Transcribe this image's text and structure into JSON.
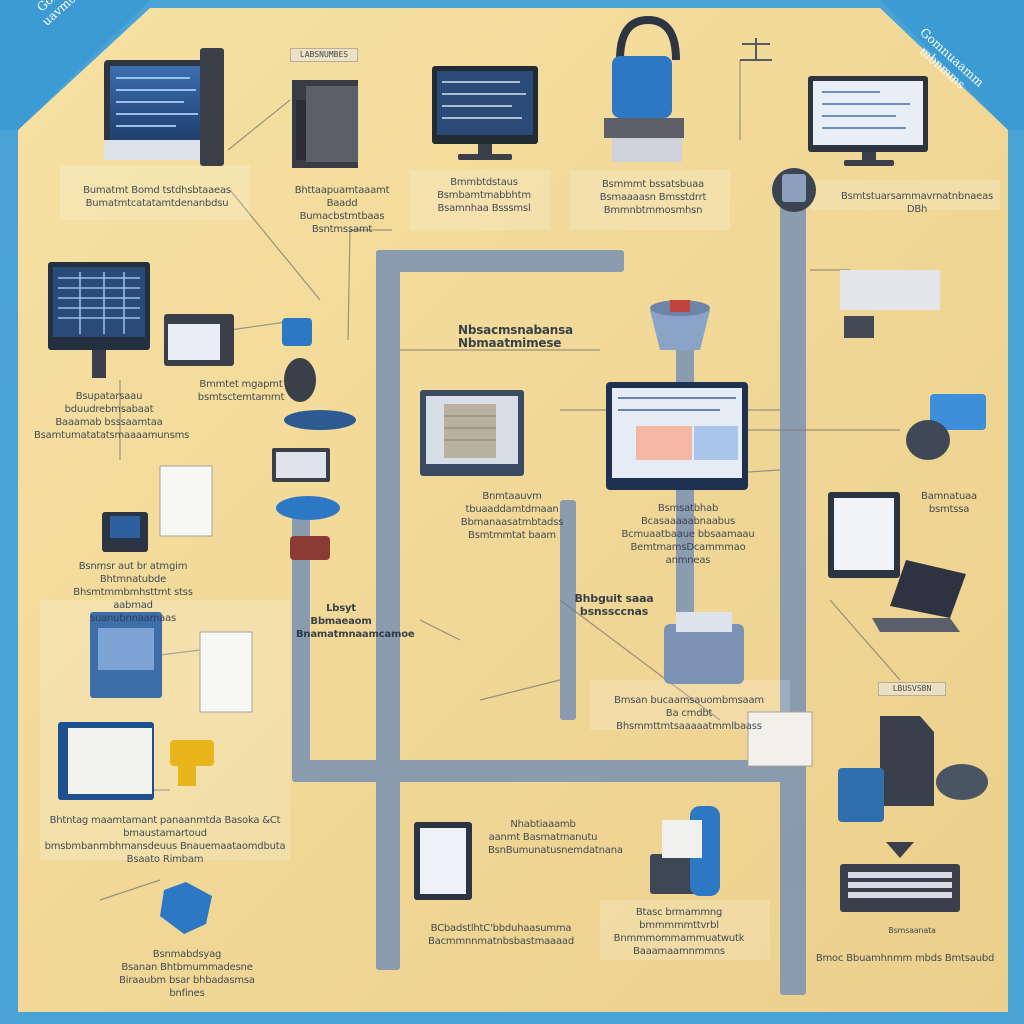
{
  "colors": {
    "border": "#4aa3d6",
    "panel": "#f3dc9a",
    "backbone": "#7f95b3",
    "screen_blue": "#2f5f9e",
    "device_blue": "#2d78c4",
    "text": "#2a3748"
  },
  "corners": {
    "top_left": "Gom mv\nuavmonos",
    "top_right": "Gomnuaamm\nmbnmms"
  },
  "tags": {
    "top_chip": "LABSNUMBES",
    "right_chip": "LBUSVSBN"
  },
  "labels": {
    "c1": "Bumatmt Bomd tstdhsbtaaeas\nBumatmtcatatamtdenanbdsu",
    "c2": "Bhttaapuamtaaamt Baadd\nBumacbstmtbaas Bsntmssamt",
    "c3": "Bmmbtdstaus\nBsmbamtmabbhtm\nBsamnhaa Bsssmsl",
    "c4": "Bsmmmt bssatsbuaa\nBsmaaaasn Bmsstdrrt\nBmmnbtmmosmhsn",
    "c5": "Bsmtstuarsammavrnatnbnaeas DBh",
    "c6": "Bsupatarsaau bduudrebmsabaat\nBaaamab bsssaamtaa\nBsamtumatatatsmaaaamunsms",
    "c7": "Bmmtet mgapmt\nbsmtsctemtammt",
    "center1": "Nbsacmsnabansa\nNbmaatmimese",
    "c8": "Bnmtaauvm tbuaaddamtdmaan\nBbmanaasatmbtadss\nBsmtmmtat baam",
    "c9": "Bsmsatbhab\nBcasaaaaabnaabus\nBcmuaatbaaue bbsaamaau\nBemtmamsDcammmao    anmneas",
    "c10": "Bamnatuaa bsmtssa",
    "c11": "Bsnmsr aut br atmgim Bhtmnatubde\nBhsmtmmbmhsttmt stss aabmad\nsuanubnnaamaas",
    "c12": "Lbsyt Bbmaeaom\nBnamatmnaamcamoe",
    "center2": "Bhbguit saaa\nbsnssccnas",
    "c13": "Bmsan bucaamsauombmsaam\nBa cmdbt Bhsmmttmtsaaaaatmmlbaass",
    "c14": "Bhtntag maamtamant panaanmtda Basoka &Ct bmaustamartoud\nbmsbmbanmbhmansdeuus Bnauemaataomdbuta Bsaato Rimbam",
    "c15": "Nhabtiaaamb\naanmt Basmatmanutu\nBsnBumunatusnemdatnana",
    "c16": "Bsnmabdsyag\nBsanan Bhtbmummadesne\nBiraaubm bsar bhbadasmsa bnfines",
    "c17": "BCbadstlhtC'bbduhaasumma\nBacmmnnmatnbsbastmaaaad",
    "c18": "Btasc brmammng bmmmmmttvrbl\nBnmmmommammuatwutk\nBaaamaamnmmns",
    "c19": "Bmoc Bbuamhnmm mbds Bmtsaubd",
    "c20": "Bsmsaanata"
  }
}
